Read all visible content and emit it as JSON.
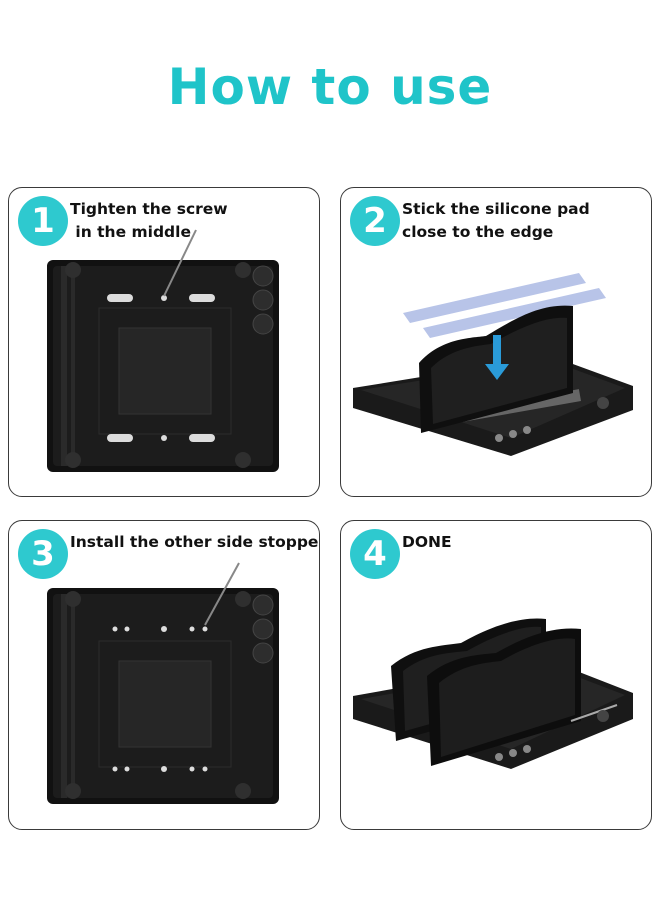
{
  "title": "How to use",
  "accent_color": "#1fc4c9",
  "steps": [
    {
      "number": "1",
      "lines": [
        "Tighten the screw",
        " in the middle"
      ]
    },
    {
      "number": "2",
      "lines": [
        "Stick the silicone pad",
        "close to the edge"
      ]
    },
    {
      "number": "3",
      "lines": [
        "Install the other side stopper"
      ]
    },
    {
      "number": "4",
      "lines": [
        "DONE"
      ]
    }
  ]
}
